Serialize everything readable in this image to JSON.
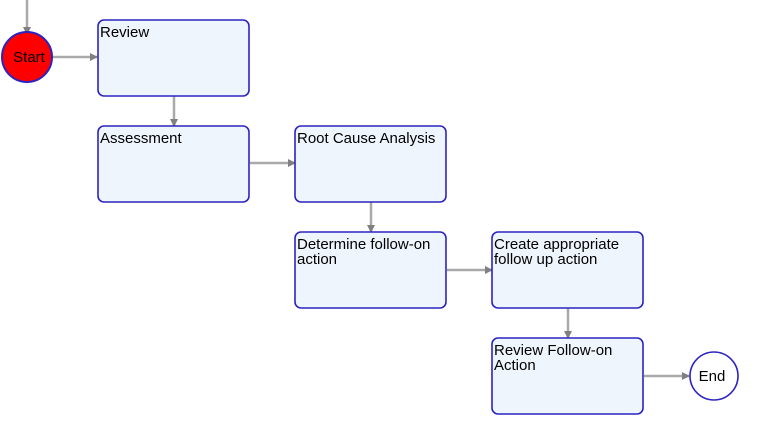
{
  "colors": {
    "box_fill": "#eff5fd",
    "box_stroke": "#2b24c0",
    "start_fill": "#ff0000",
    "start_stroke": "#2b24c0",
    "end_fill": "#ffffff",
    "end_stroke": "#2b24c0",
    "connector": "#a9a9a9",
    "arrowhead": "#808080"
  },
  "nodes": {
    "start": {
      "label": "Start"
    },
    "review": {
      "label": "Review"
    },
    "assessment": {
      "label": "Assessment"
    },
    "root_cause": {
      "label": "Root Cause Analysis"
    },
    "determine": {
      "line1": "Determine follow-on",
      "line2": "action"
    },
    "create": {
      "line1": "Create appropriate",
      "line2": "follow up action"
    },
    "review_followon": {
      "line1": "Review Follow-on",
      "line2": "Action"
    },
    "end": {
      "label": "End"
    }
  }
}
